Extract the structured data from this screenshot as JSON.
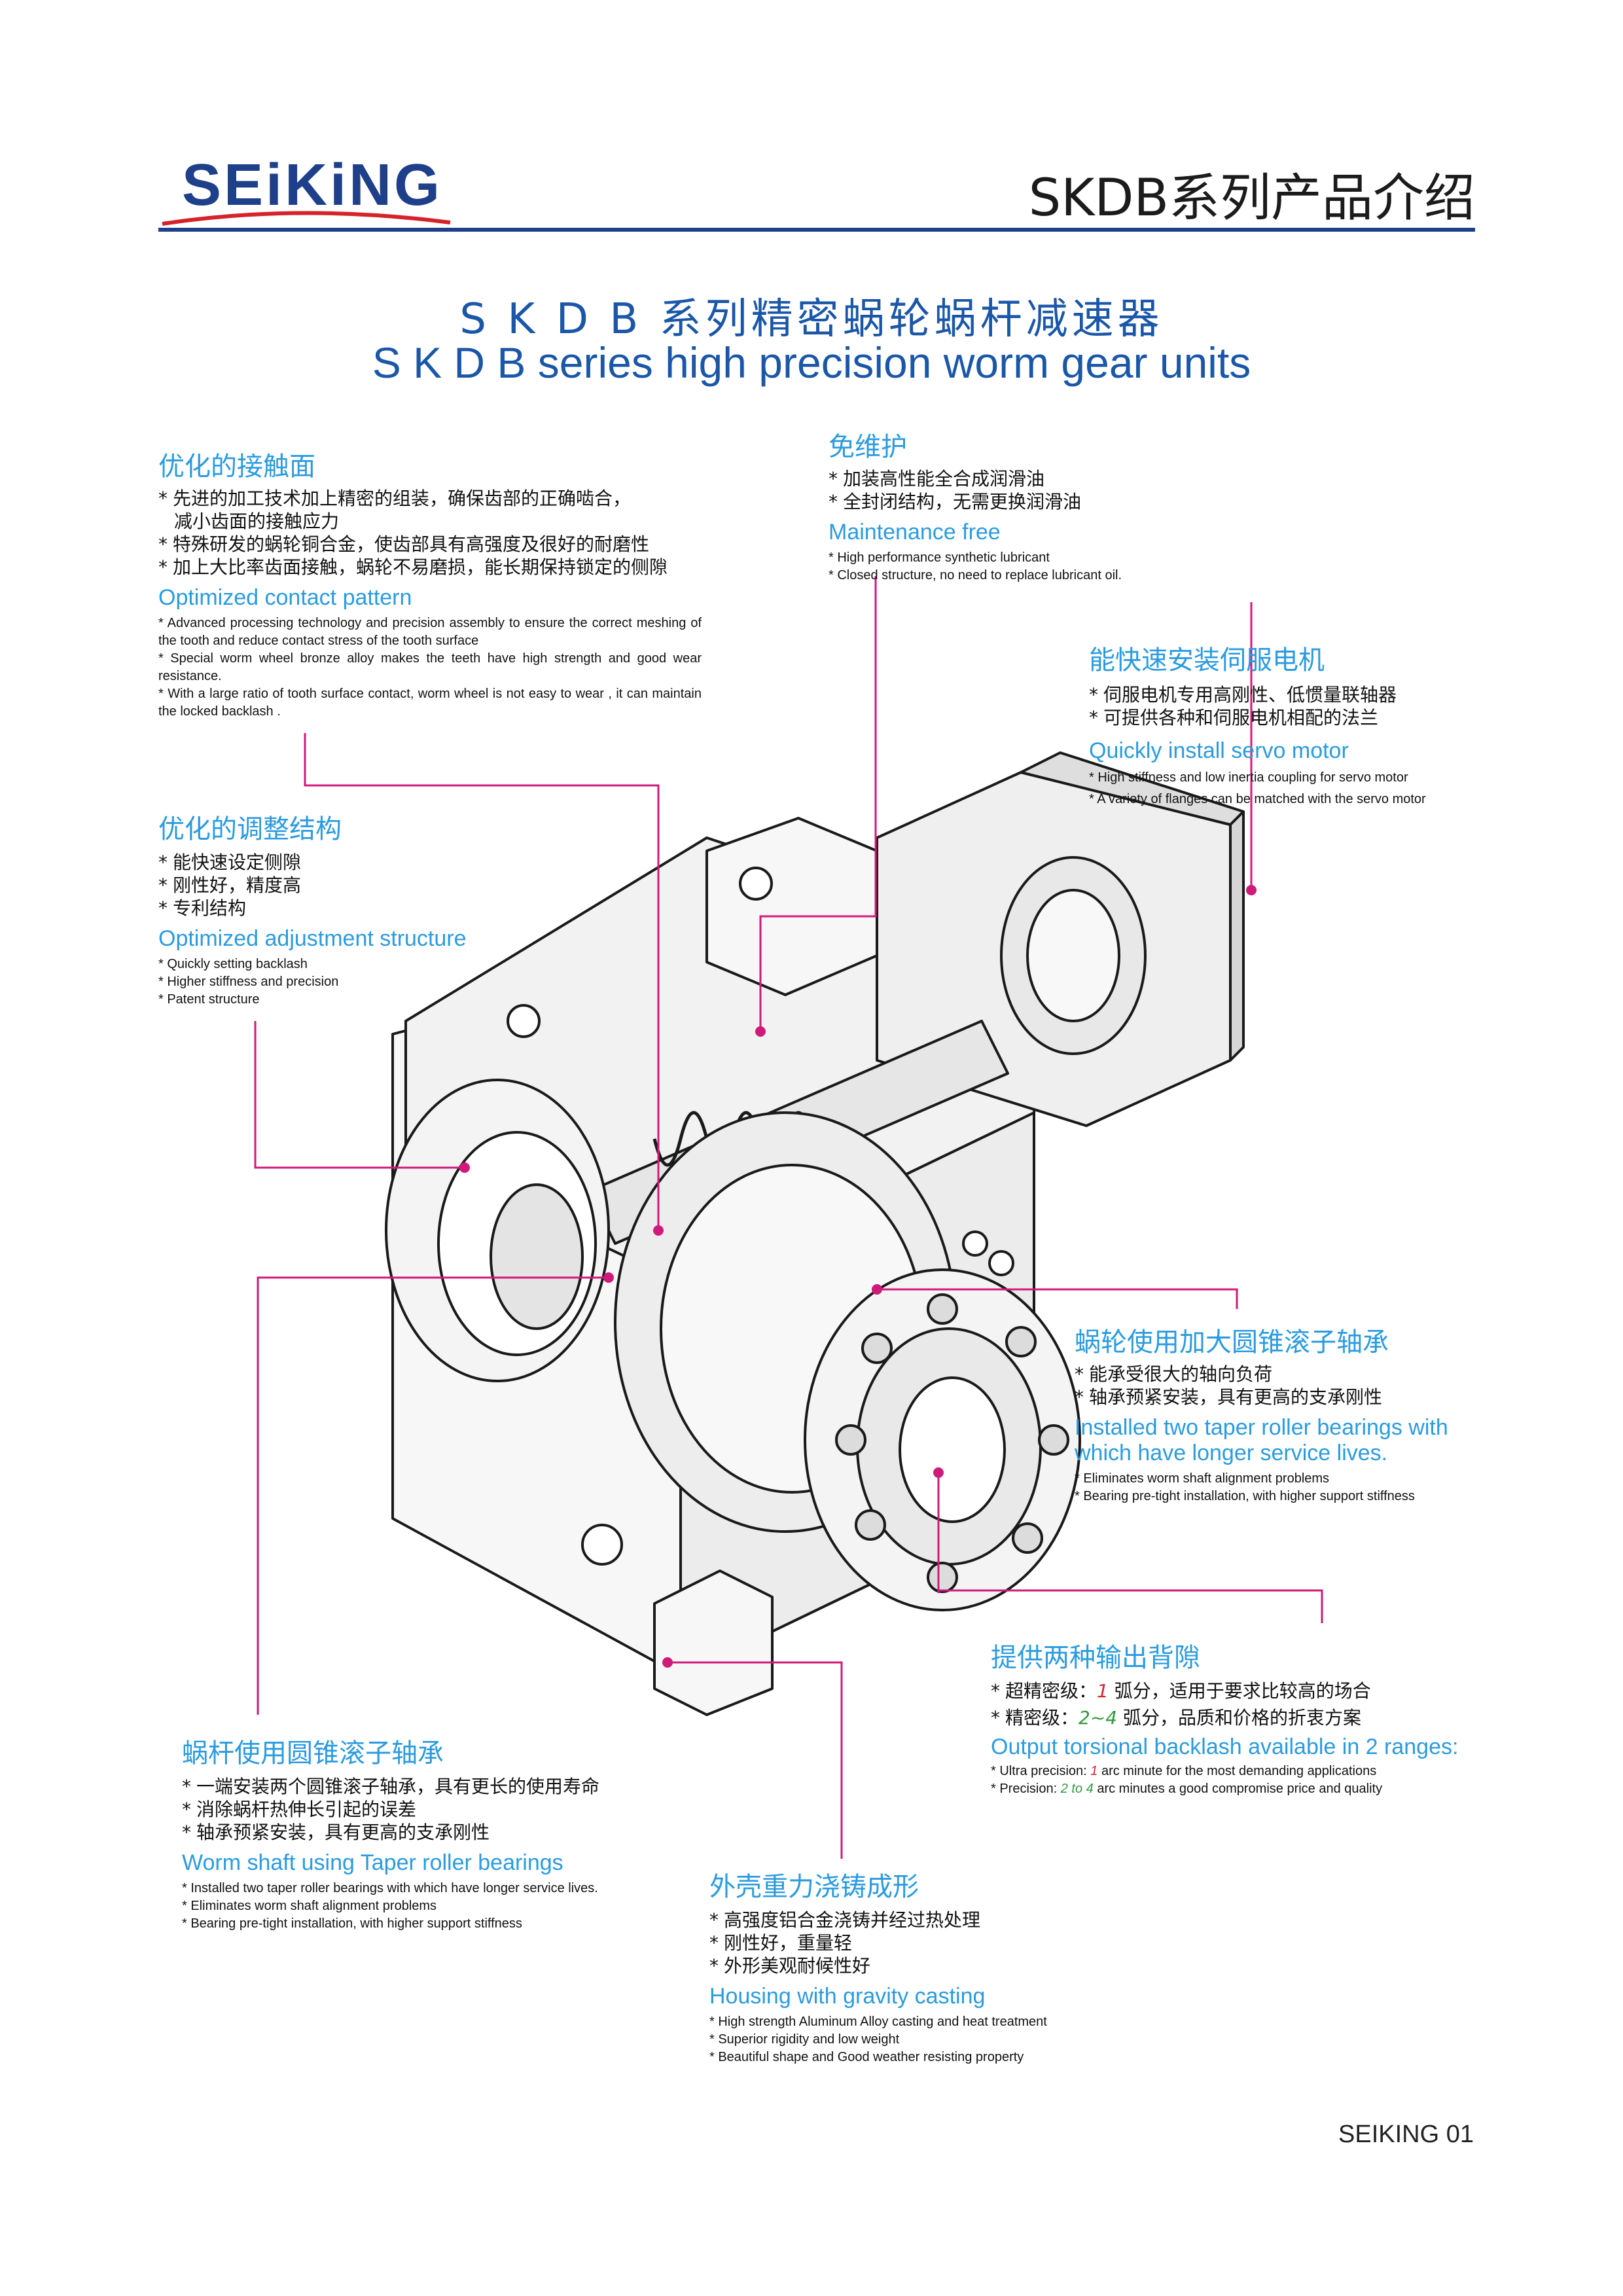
{
  "header": {
    "logo_text": "SEiKiNG",
    "title": "SKDB系列产品介绍"
  },
  "main_title": {
    "cn": "S K D B 系列精密蜗轮蜗杆减速器",
    "en": "S K D B series high precision worm gear units"
  },
  "features": {
    "contact": {
      "cn_title": "优化的接触面",
      "cn_items": [
        "先进的加工技术加上精密的组装，确保齿部的正确啮合，",
        "减小齿面的接触应力",
        "特殊研发的蜗轮铜合金，使齿部具有高强度及很好的耐磨性",
        "加上大比率齿面接触，蜗轮不易磨损，能长期保持锁定的侧隙"
      ],
      "en_title": "Optimized contact pattern",
      "en_items": [
        "* Advanced processing technology and precision assembly to ensure the correct meshing of the tooth and reduce   contact stress of the tooth surface",
        "* Special worm wheel bronze alloy makes the teeth have high strength and good wear resistance.",
        "* With a large ratio of tooth surface contact, worm wheel is not easy to wear , it can maintain the locked backlash ."
      ]
    },
    "maintenance": {
      "cn_title": "免维护",
      "cn_items": [
        "加装高性能全合成润滑油",
        "全封闭结构，无需更换润滑油"
      ],
      "en_title": "Maintenance free",
      "en_items": [
        "* High performance synthetic lubricant",
        "* Closed structure, no need to replace lubricant oil."
      ]
    },
    "servo": {
      "cn_title": "能快速安装伺服电机",
      "cn_items": [
        "伺服电机专用高刚性、低惯量联轴器",
        "可提供各种和伺服电机相配的法兰"
      ],
      "en_title": "Quickly install servo motor",
      "en_items": [
        "* High stiffness and low inertia coupling for servo motor",
        "* A variety of flanges can be matched with the servo motor"
      ]
    },
    "adjust": {
      "cn_title": "优化的调整结构",
      "cn_items": [
        "能快速设定侧隙",
        "刚性好，精度高",
        "专利结构"
      ],
      "en_title": "Optimized adjustment structure",
      "en_items": [
        "* Quickly setting backlash",
        "* Higher stiffness and precision",
        "* Patent structure"
      ]
    },
    "wheel_bearing": {
      "cn_title": "蜗轮使用加大圆锥滚子轴承",
      "cn_items": [
        "能承受很大的轴向负荷",
        "轴承预紧安装，具有更高的支承刚性"
      ],
      "en_title_1": "Installed two taper roller bearings with",
      "en_title_2": "which have longer service lives.",
      "en_items": [
        "* Eliminates worm shaft alignment problems",
        "* Bearing pre-tight installation, with higher support stiffness"
      ]
    },
    "backlash": {
      "cn_title": "提供两种输出背隙",
      "cn_item1_pre": "超精密级：",
      "cn_item1_val": "1",
      "cn_item1_post": " 弧分，适用于要求比较高的场合",
      "cn_item2_pre": "精密级：",
      "cn_item2_val": "2~4",
      "cn_item2_post": " 弧分，品质和价格的折衷方案",
      "en_title": "Output torsional backlash available in 2 ranges:",
      "en_item1_pre": "* Ultra precision: ",
      "en_item1_val": "1",
      "en_item1_post": " arc minute for the most demanding applications",
      "en_item2_pre": "* Precision: ",
      "en_item2_val": "2 to 4",
      "en_item2_post": " arc minutes a good compromise price and quality"
    },
    "worm_bearing": {
      "cn_title": "蜗杆使用圆锥滚子轴承",
      "cn_items": [
        "一端安装两个圆锥滚子轴承，具有更长的使用寿命",
        "消除蜗杆热伸长引起的误差",
        "轴承预紧安装，具有更高的支承刚性"
      ],
      "en_title": "Worm shaft using Taper roller bearings",
      "en_items": [
        "* Installed two taper roller bearings with which have longer service lives.",
        "* Eliminates worm shaft alignment problems",
        "* Bearing pre-tight installation, with higher support stiffness"
      ]
    },
    "housing": {
      "cn_title": "外壳重力浇铸成形",
      "cn_items": [
        "高强度铝合金浇铸并经过热处理",
        "刚性好，重量轻",
        "外形美观耐候性好"
      ],
      "en_title": "Housing with gravity casting",
      "en_items": [
        "* High strength Aluminum Alloy casting and heat treatment",
        "* Superior rigidity and low weight",
        "* Beautiful shape and Good weather resisting property"
      ]
    }
  },
  "footer": {
    "page_label": "SEIKING 01"
  },
  "colors": {
    "brand_blue": "#1e3f8a",
    "title_blue": "#1a57a8",
    "accent_blue": "#2a9be0",
    "callout_pink": "#d1197a",
    "logo_red": "#d6232a"
  }
}
